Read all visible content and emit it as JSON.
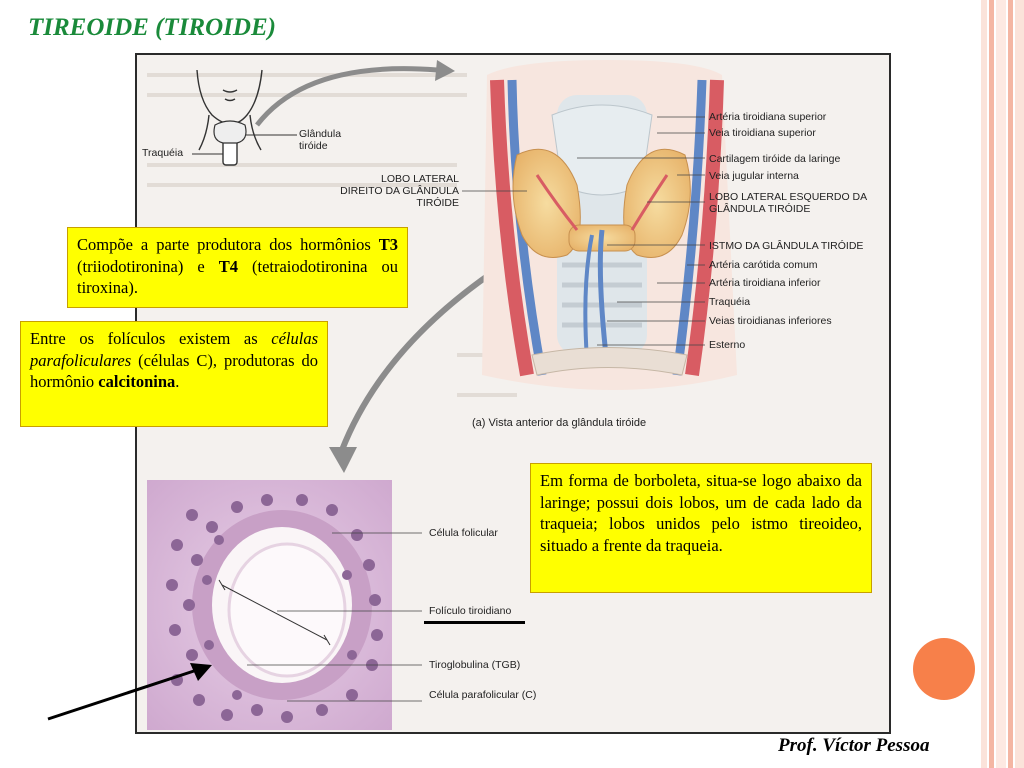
{
  "slide": {
    "title": "TIREOIDE (TIROIDE)",
    "footer": "Prof. Víctor Pessoa"
  },
  "figure": {
    "thumbnail_labels": [
      "Glândula tiróide",
      "Traquéia"
    ],
    "anatomy_labels_left": [
      "LOBO LATERAL DIREITO DA GLÂNDULA TIRÓIDE"
    ],
    "anatomy_labels_right": [
      "Artéria tiroidiana superior",
      "Veia tiroidiana superior",
      "Cartilagem tiróide da laringe",
      "Veia jugular interna",
      "LOBO LATERAL ESQUERDO DA GLÂNDULA TIRÓIDE",
      "ISTMO DA GLÂNDULA TIRÓIDE",
      "Artéria carótida comum",
      "Artéria tiroidiana inferior",
      "Traquéia",
      "Veias tiroidianas inferiores",
      "Esterno"
    ],
    "caption": "(a) Vista anterior da glândula tiróide",
    "histology_labels": [
      "Célula folicular",
      "Folículo tiroidiano",
      "Tiroglobulina (TGB)",
      "Célula parafolicular (C)"
    ]
  },
  "callouts": {
    "box1": {
      "p1": "Compõe a parte produtora dos hormônios ",
      "t3": "T3",
      "p2": " (triiodotironina) e ",
      "t4": "T4",
      "p3": " (tetraiodotironina ou tiroxina)."
    },
    "box2": {
      "p1": "Entre os folículos existem as ",
      "em": "células parafoliculares",
      "p2": " (células C), produtoras do hormônio ",
      "strong": "calcitonina",
      "p3": "."
    },
    "box3": {
      "text": "Em forma de borboleta, situa-se logo abaixo da laringe; possui dois lobos, um de cada lado da traqueia; lobos unidos pelo istmo tireoideo, situado a frente da traqueia."
    }
  },
  "colors": {
    "title": "#1a8a3a",
    "callout_bg": "#ffff00",
    "accent_circle": "#f7804a",
    "stripe": "#f2b8a6"
  }
}
